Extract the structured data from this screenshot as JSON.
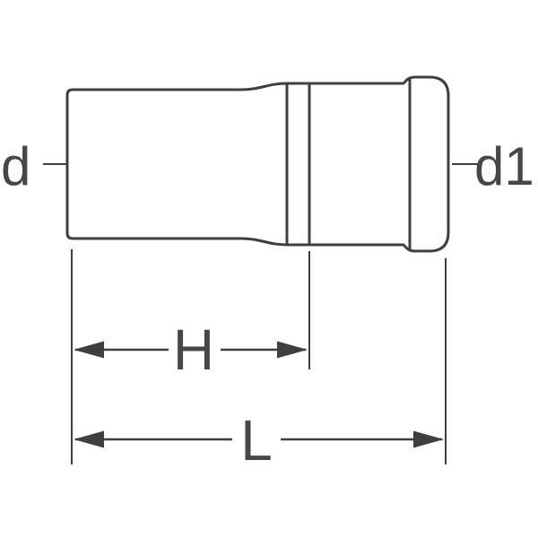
{
  "diagram": {
    "labels": {
      "diameter_left": "d",
      "diameter_right": "d1",
      "dimension_h": "H",
      "dimension_l": "L"
    },
    "colors": {
      "line": "#3f3f3f",
      "text": "#474747",
      "background": "#ffffff"
    }
  }
}
